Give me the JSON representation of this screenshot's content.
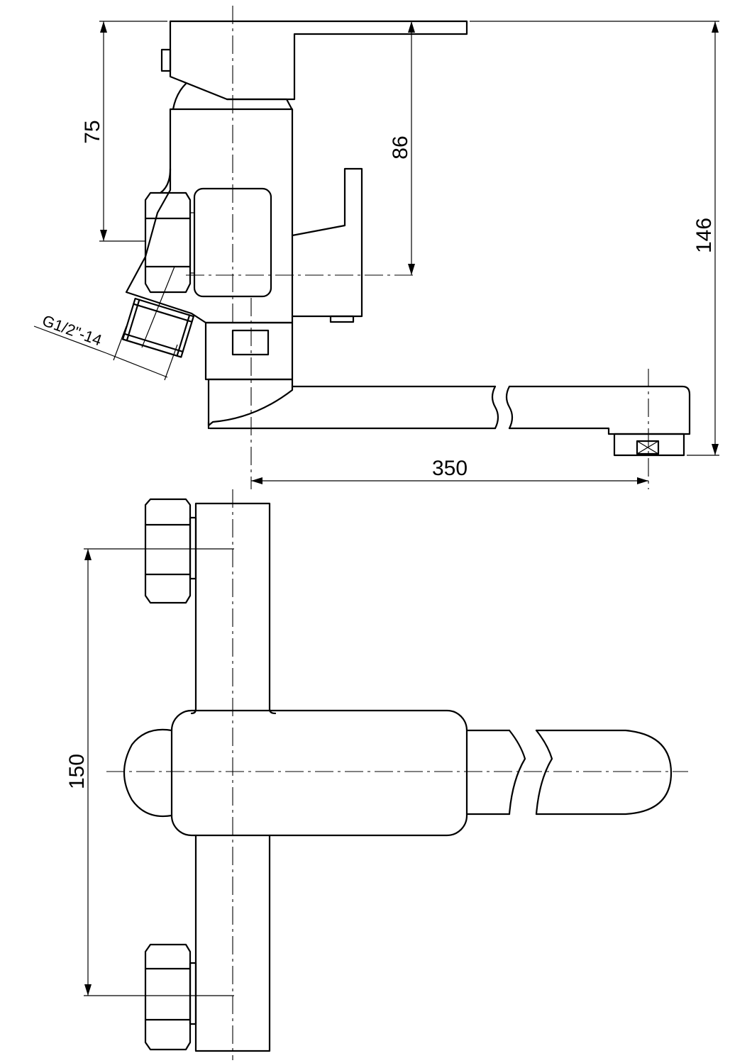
{
  "dimensions": {
    "height_to_handle_top": "75",
    "handle_top_to_spout_axis": "86",
    "overall_height": "146",
    "spout_reach": "350",
    "inlet_centers": "150"
  },
  "thread_label": "G1/2\"-14"
}
